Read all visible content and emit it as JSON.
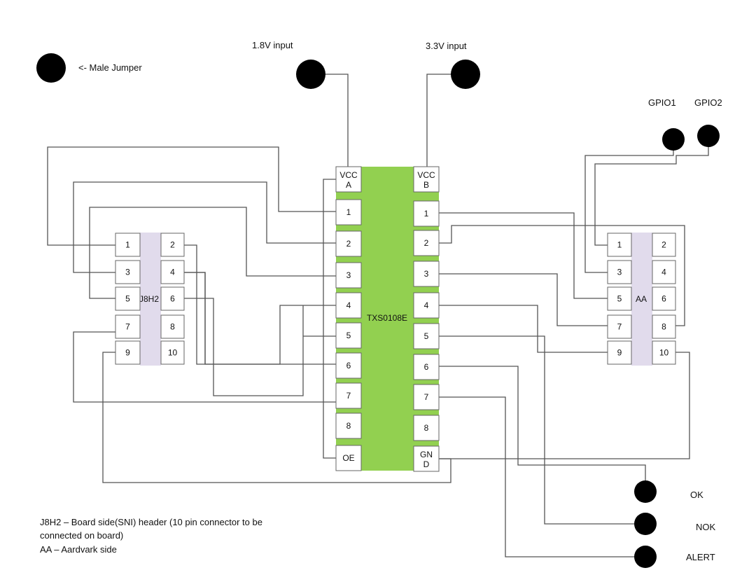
{
  "labels": {
    "legend": "<- Male Jumper",
    "input_18": "1.8V input",
    "input_33": "3.3V input",
    "gpio1": "GPIO1",
    "gpio2": "GPIO2",
    "ok": "OK",
    "nok": "NOK",
    "alert": "ALERT",
    "note_line1": "J8H2 – Board side(SNI) header (10 pin connector to be",
    "note_line2": "connected on board)",
    "note_line3": "AA – Aardvark side"
  },
  "chip": {
    "name": "TXS0108E",
    "left_pins": [
      "VCC A",
      "1",
      "2",
      "3",
      "4",
      "5",
      "6",
      "7",
      "8",
      "OE"
    ],
    "right_pins": [
      "VCC B",
      "1",
      "2",
      "3",
      "4",
      "5",
      "6",
      "7",
      "8",
      "GN D"
    ]
  },
  "j8h2": {
    "name": "J8H2",
    "left_pins": [
      "1",
      "3",
      "5",
      "7",
      "9"
    ],
    "right_pins": [
      "2",
      "4",
      "6",
      "8",
      "10"
    ]
  },
  "aa": {
    "name": "AA",
    "left_pins": [
      "1",
      "3",
      "5",
      "7",
      "9"
    ],
    "right_pins": [
      "2",
      "4",
      "6",
      "8",
      "10"
    ]
  },
  "colors": {
    "chip_body": "#92d050",
    "header_body": "#e1dbec",
    "wire": "#555555"
  }
}
